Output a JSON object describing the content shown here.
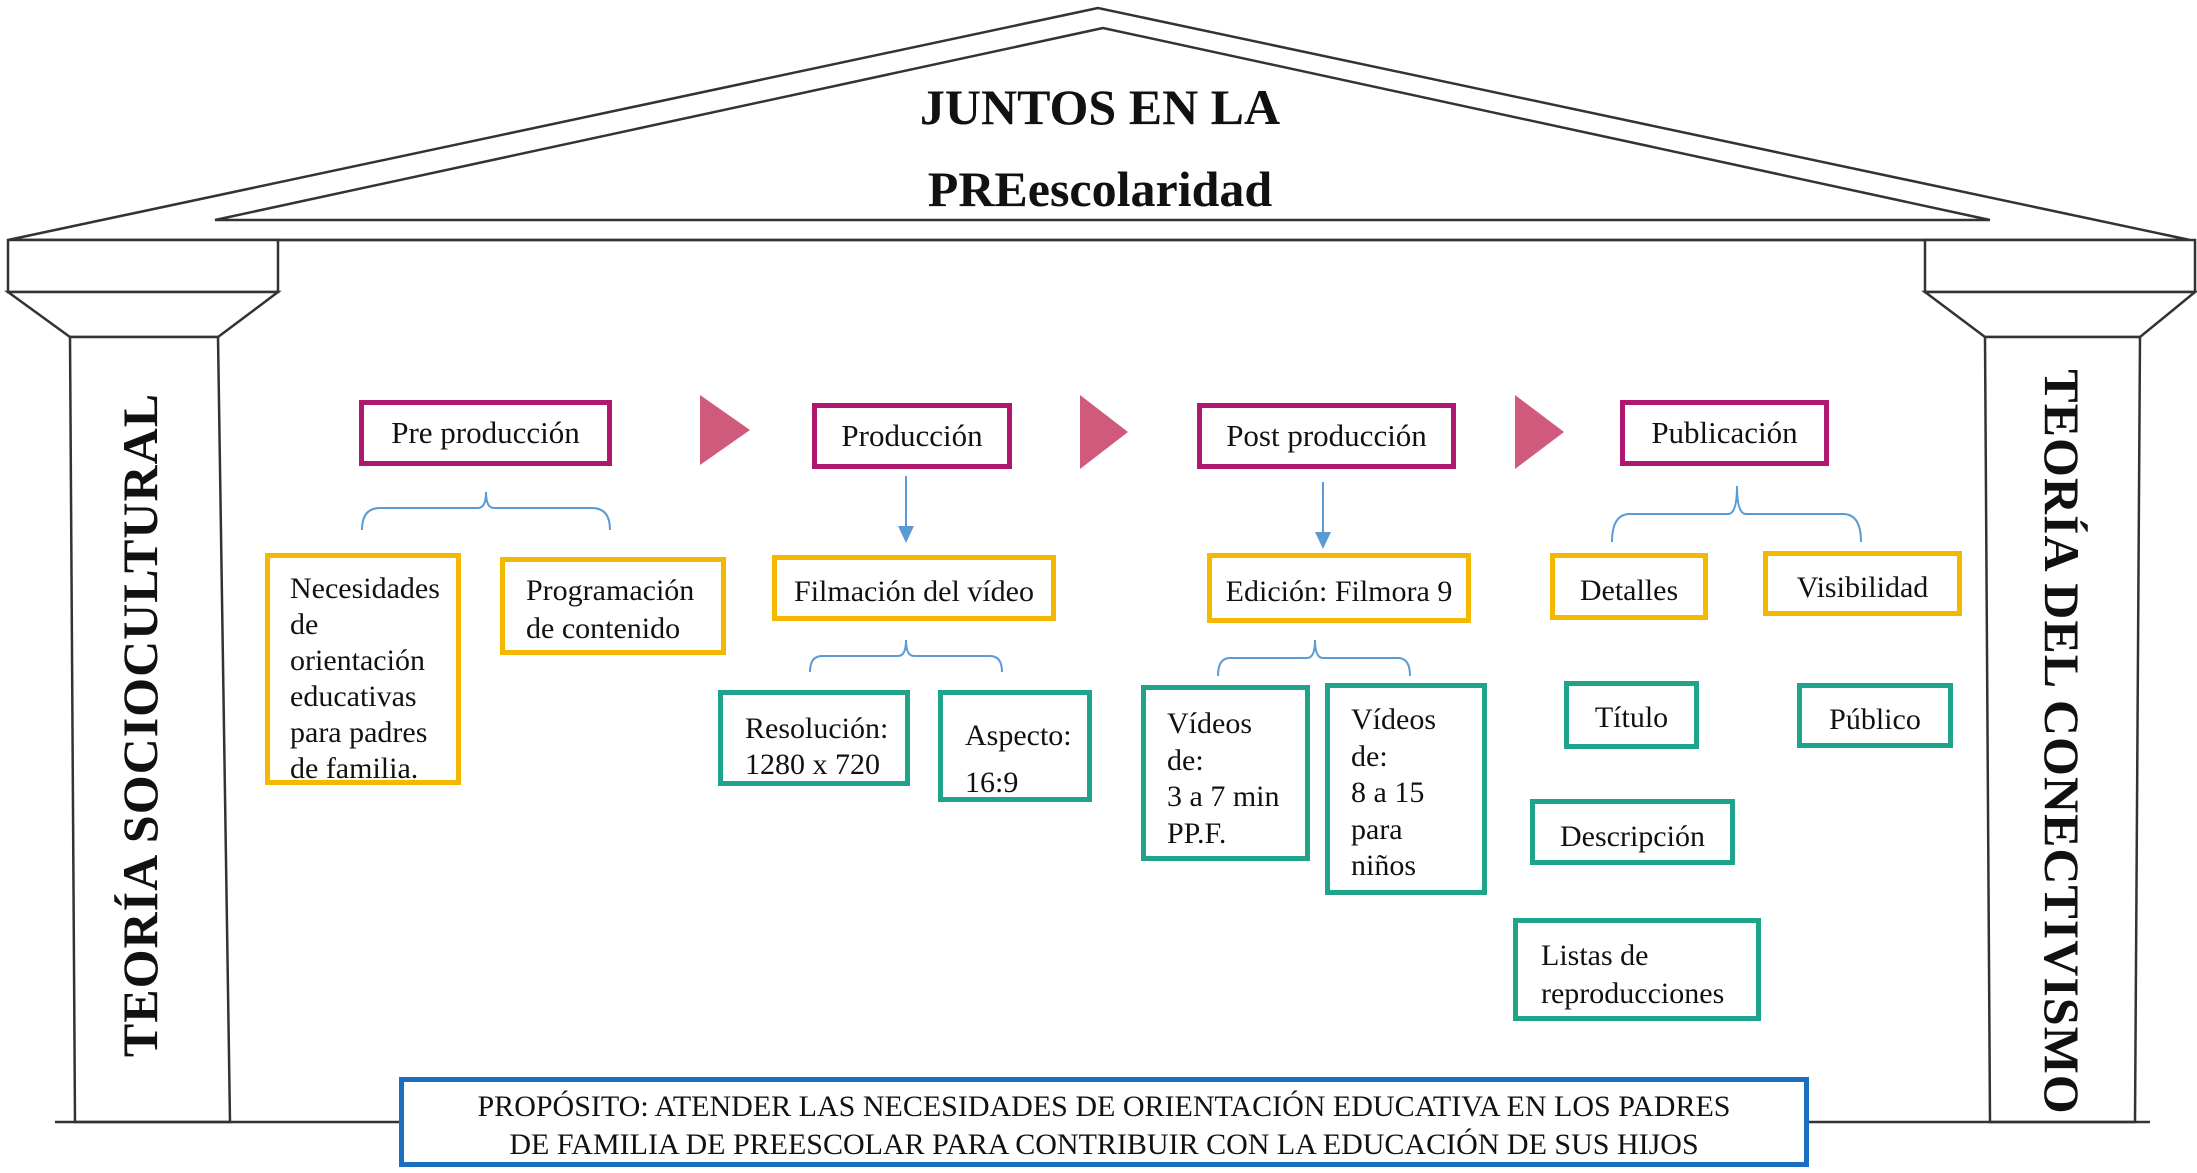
{
  "title": {
    "line1": "JUNTOS EN LA",
    "line2": "PREescolaridad"
  },
  "pillars": {
    "left": "TEORÍA SOCIOCULTURAL",
    "right": "TEORÍA DEL CONECTIVISMO"
  },
  "stages": [
    {
      "label": "Pre producción"
    },
    {
      "label": "Producción"
    },
    {
      "label": "Post producción"
    },
    {
      "label": "Publicación"
    }
  ],
  "pre_produccion": {
    "necesidades": [
      "Necesidades",
      "de",
      "orientación",
      "educativas",
      "para padres",
      "de familia."
    ],
    "programacion": [
      "Programación",
      "de contenido"
    ]
  },
  "produccion": {
    "filmacion": "Filmación del vídeo",
    "resolucion": [
      "Resolución:",
      "1280 x 720"
    ],
    "aspecto": [
      "Aspecto:",
      "16:9"
    ]
  },
  "post_produccion": {
    "edicion": "Edición: Filmora 9",
    "videos_ppf": [
      "Vídeos",
      "de:",
      "3 a 7 min",
      "PP.F."
    ],
    "videos_ninos": [
      "Vídeos",
      "de:",
      "8 a 15",
      "para",
      "niños"
    ]
  },
  "publicacion": {
    "detalles": "Detalles",
    "visibilidad": "Visibilidad",
    "titulo": "Título",
    "descripcion": "Descripción",
    "listas": [
      "Listas de",
      "reproducciones"
    ],
    "publico": "Público"
  },
  "purpose": {
    "line1": "PROPÓSITO: ATENDER LAS NECESIDADES DE ORIENTACIÓN EDUCATIVA EN LOS PADRES",
    "line2": "DE FAMILIA DE PREESCOLAR PARA CONTRIBUIR CON LA EDUCACIÓN DE SUS HIJOS"
  },
  "colors": {
    "stage_border": "#b0176f",
    "arrow": "#d05a7c",
    "yellow_border": "#f5b800",
    "teal_border": "#1fa48b",
    "connector": "#5b9bd5",
    "purpose_border": "#1a6fc0"
  }
}
